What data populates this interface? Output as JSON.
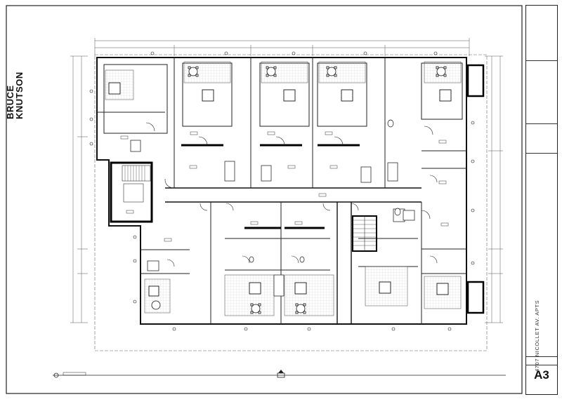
{
  "title_block": {
    "firm_name_line1": "BRUCE",
    "firm_name_line2": "KNUTSON",
    "project_address": "4707 NICOLLET AV. APTS",
    "sheet_number": "A3"
  }
}
